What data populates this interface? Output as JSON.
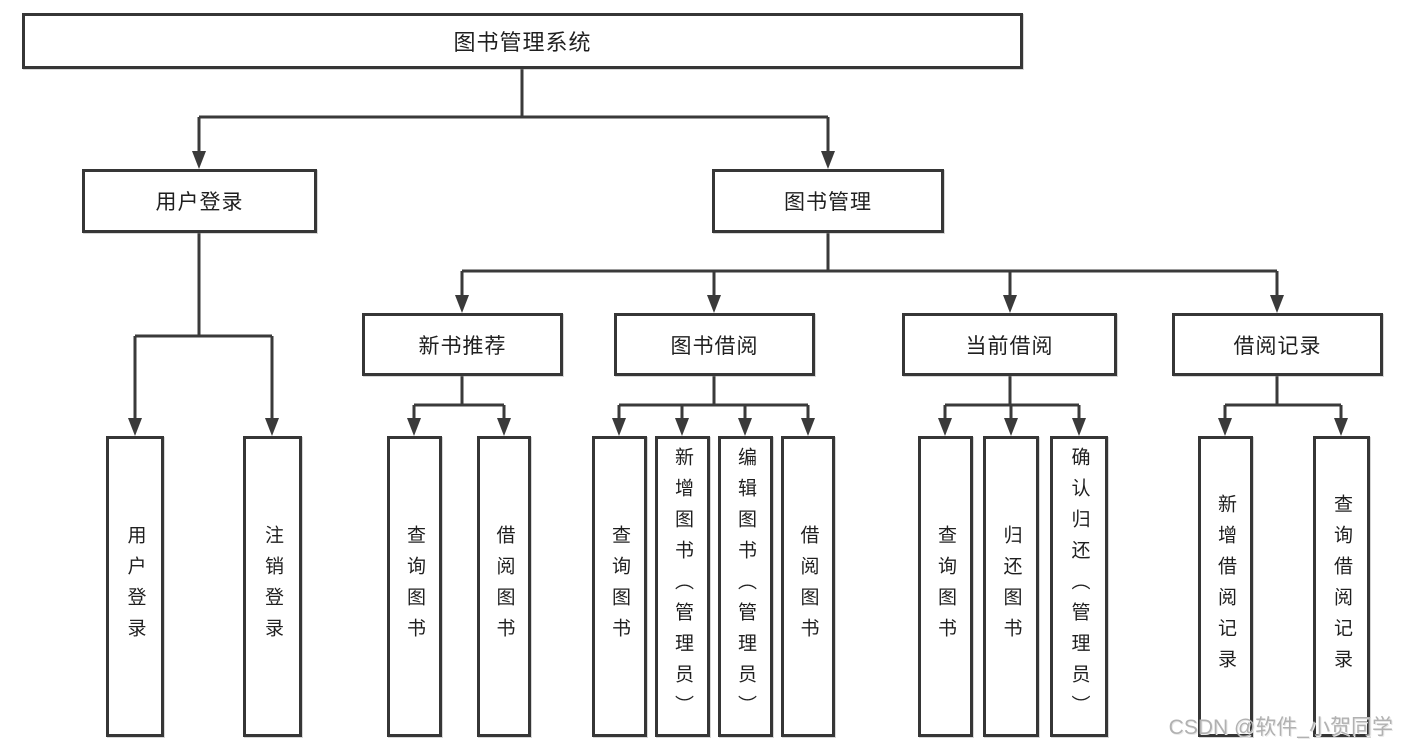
{
  "colors": {
    "line": "#3a3a3a",
    "box_border": "#363636",
    "text": "#1f1f1f",
    "watermark": "#b1b1b1",
    "background": "#ffffff"
  },
  "watermark": {
    "text": "CSDN @软件_小贺同学"
  },
  "tree": {
    "root": {
      "label": "图书管理系统"
    },
    "branches": [
      {
        "label": "用户登录",
        "children": [
          {
            "label": "用户登录"
          },
          {
            "label": "注销登录"
          }
        ]
      },
      {
        "label": "图书管理",
        "children": [
          {
            "label": "新书推荐",
            "children": [
              {
                "label": "查询图书"
              },
              {
                "label": "借阅图书"
              }
            ]
          },
          {
            "label": "图书借阅",
            "children": [
              {
                "label": "查询图书"
              },
              {
                "label": "新增图书（管理员）"
              },
              {
                "label": "编辑图书（管理员）"
              },
              {
                "label": "借阅图书"
              }
            ]
          },
          {
            "label": "当前借阅",
            "children": [
              {
                "label": "查询图书"
              },
              {
                "label": "归还图书"
              },
              {
                "label": "确认归还（管理员）"
              }
            ]
          },
          {
            "label": "借阅记录",
            "children": [
              {
                "label": "新增借阅记录"
              },
              {
                "label": "查询借阅记录"
              }
            ]
          }
        ]
      }
    ]
  }
}
